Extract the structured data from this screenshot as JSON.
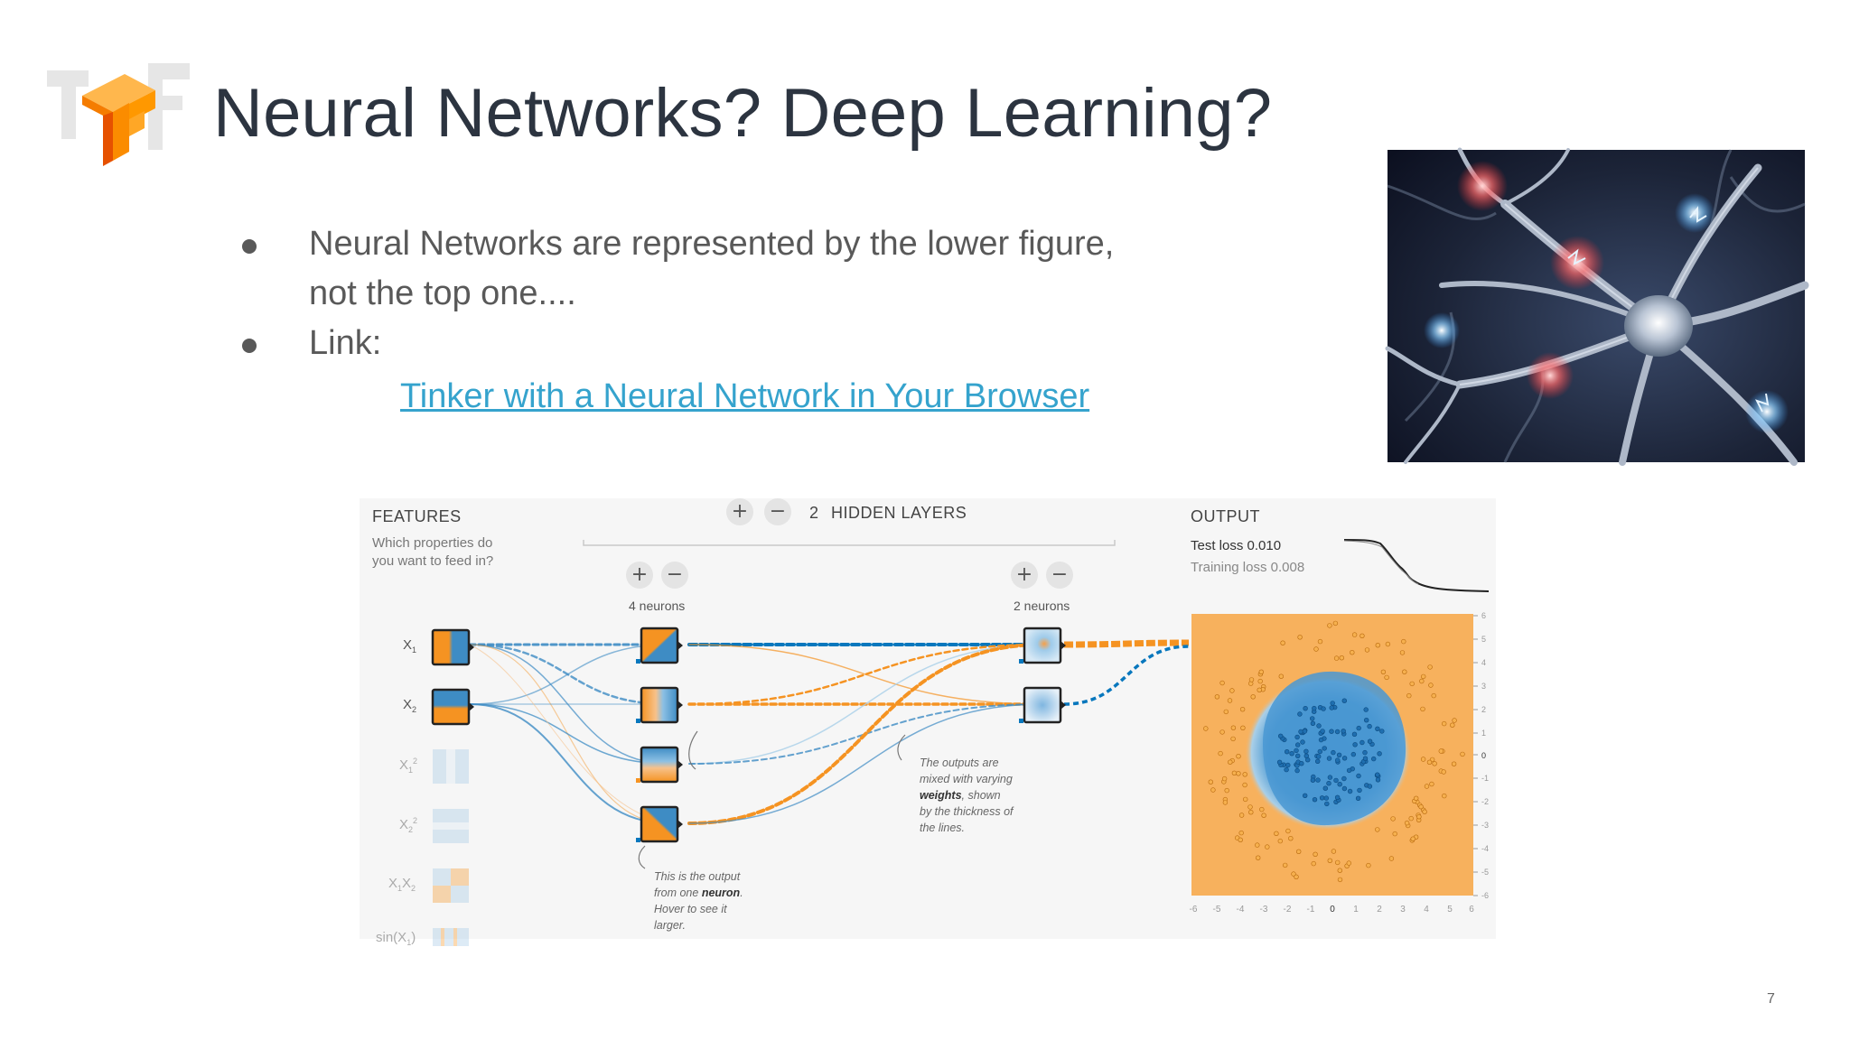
{
  "slide": {
    "title": "Neural Networks? Deep Learning?",
    "bullets": [
      {
        "line1": "Neural Networks are represented by the lower figure,",
        "line2": "not the top one...."
      },
      {
        "line1": "Link:"
      }
    ],
    "link_text": "Tinker with a Neural Network in Your Browser",
    "page_number": "7"
  },
  "playground": {
    "features_header": "FEATURES",
    "features_question_1": "Which properties do",
    "features_question_2": "you want to feed in?",
    "hidden_layers_count": "2",
    "hidden_layers_label": "HIDDEN LAYERS",
    "layer1_neurons": "4 neurons",
    "layer2_neurons": "2 neurons",
    "output_header": "OUTPUT",
    "test_loss_label": "Test loss",
    "test_loss_value": "0.010",
    "training_loss_label": "Training loss",
    "training_loss_value": "0.008",
    "note_weights": [
      "The outputs are",
      "mixed with varying",
      "weights",
      ", shown",
      "by the thickness of",
      "the lines."
    ],
    "note_neuron": [
      "This is the output",
      "from one",
      "neuron",
      ".",
      "Hover to see it",
      "larger."
    ],
    "feature_labels": [
      "X1",
      "X2",
      "X1²",
      "X2²",
      "X1X2",
      "sin(X1)"
    ],
    "axis_ticks": [
      "-6",
      "-5",
      "-4",
      "-3",
      "-2",
      "-1",
      "0",
      "1",
      "2",
      "3",
      "4",
      "5",
      "6"
    ],
    "colors": {
      "orange": "#f59322",
      "blue": "#0877bd",
      "link": "#35a3cd"
    }
  }
}
